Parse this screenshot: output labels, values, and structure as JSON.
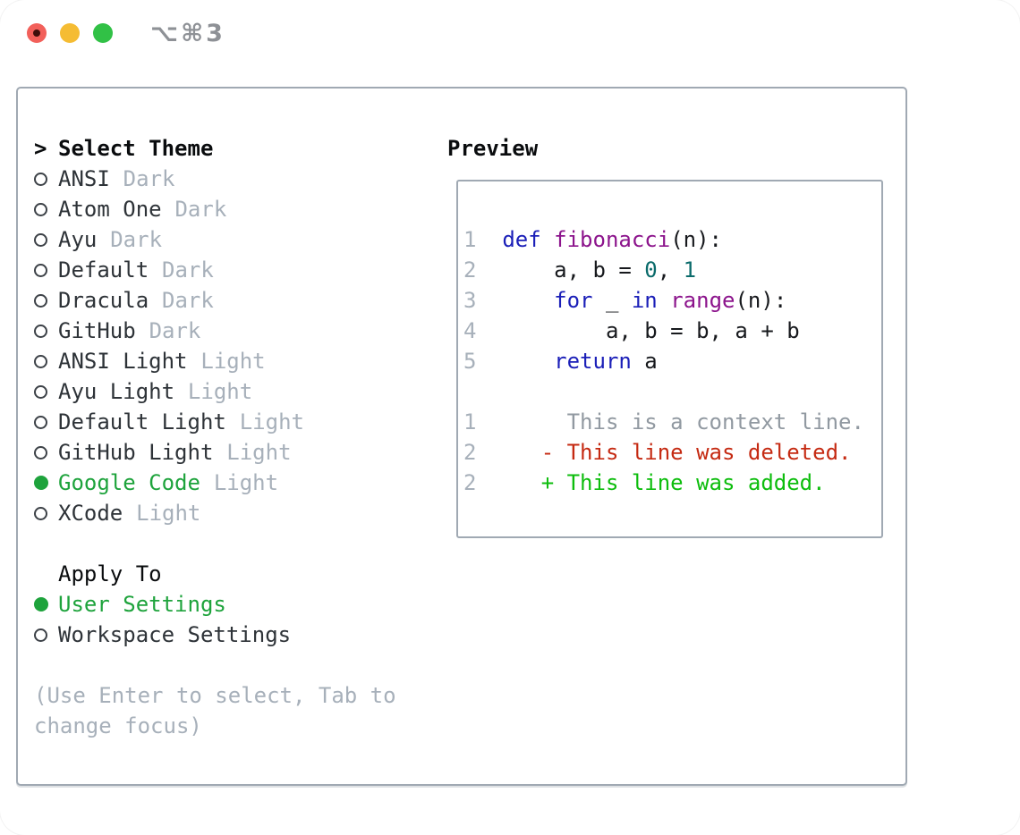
{
  "window": {
    "title": "⌥⌘3",
    "traffic_lights": [
      "close-button",
      "minimize-button",
      "zoom-button"
    ],
    "unsaved_indicator": true
  },
  "colors": {
    "accent_green": "#1ea33c",
    "muted_gray": "#a7b0ba",
    "text_dark": "#2e3338",
    "panel_border": "#a0a9b3",
    "code_keyword": "#1b1fb8",
    "code_function": "#8c148c",
    "code_number": "#0b6b6b",
    "diff_deleted": "#c52a12",
    "diff_added": "#0dbd0d"
  },
  "theme_selector": {
    "header_marker": ">",
    "header": "Select Theme",
    "themes": [
      {
        "name": "ANSI",
        "variant": "Dark",
        "selected": false
      },
      {
        "name": "Atom One",
        "variant": "Dark",
        "selected": false
      },
      {
        "name": "Ayu",
        "variant": "Dark",
        "selected": false
      },
      {
        "name": "Default",
        "variant": "Dark",
        "selected": false
      },
      {
        "name": "Dracula",
        "variant": "Dark",
        "selected": false
      },
      {
        "name": "GitHub",
        "variant": "Dark",
        "selected": false
      },
      {
        "name": "ANSI Light",
        "variant": "Light",
        "selected": false
      },
      {
        "name": "Ayu Light",
        "variant": "Light",
        "selected": false
      },
      {
        "name": "Default Light",
        "variant": "Light",
        "selected": false
      },
      {
        "name": "GitHub Light",
        "variant": "Light",
        "selected": false
      },
      {
        "name": "Google Code",
        "variant": "Light",
        "selected": true
      },
      {
        "name": "XCode",
        "variant": "Light",
        "selected": false
      }
    ],
    "apply_to": {
      "header": "Apply To",
      "options": [
        {
          "label": "User Settings",
          "selected": true
        },
        {
          "label": "Workspace Settings",
          "selected": false
        }
      ]
    },
    "hint_line1": "(Use Enter to select, Tab to",
    "hint_line2": "change focus)"
  },
  "preview": {
    "title": "Preview",
    "code_lines": [
      {
        "number": "1",
        "segments": [
          [
            "kw",
            "def"
          ],
          [
            "pl",
            " "
          ],
          [
            "fn",
            "fibonacci"
          ],
          [
            "pl",
            "(n):"
          ]
        ]
      },
      {
        "number": "2",
        "segments": [
          [
            "pl",
            "    a, b = "
          ],
          [
            "num",
            "0"
          ],
          [
            "pl",
            ", "
          ],
          [
            "num",
            "1"
          ]
        ]
      },
      {
        "number": "3",
        "segments": [
          [
            "pl",
            "    "
          ],
          [
            "kw",
            "for"
          ],
          [
            "pl",
            " _ "
          ],
          [
            "kw",
            "in"
          ],
          [
            "pl",
            " "
          ],
          [
            "fn",
            "range"
          ],
          [
            "pl",
            "(n):"
          ]
        ]
      },
      {
        "number": "4",
        "segments": [
          [
            "pl",
            "        a, b = b, a + b"
          ]
        ]
      },
      {
        "number": "5",
        "segments": [
          [
            "pl",
            "    "
          ],
          [
            "kw",
            "return"
          ],
          [
            "pl",
            " a"
          ]
        ]
      }
    ],
    "diff_lines": [
      {
        "number": "1",
        "kind": "context",
        "text": "     This is a context line."
      },
      {
        "number": "2",
        "kind": "deleted",
        "text": "   - This line was deleted."
      },
      {
        "number": "2",
        "kind": "added",
        "text": "   + This line was added."
      }
    ]
  }
}
